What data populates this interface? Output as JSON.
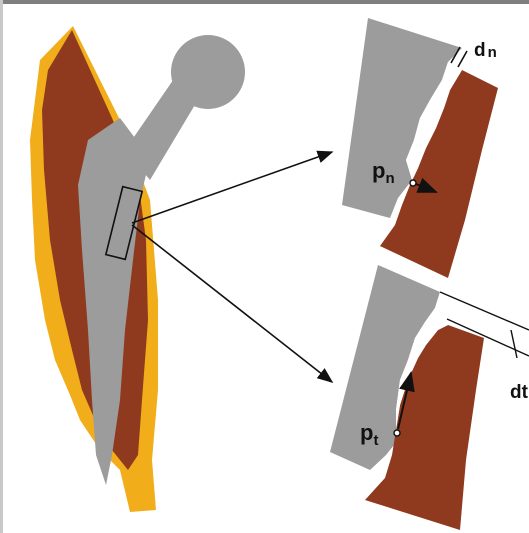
{
  "colors": {
    "bone_cortex": "#f2ad1a",
    "bone_tissue": "#8f3a1e",
    "implant": "#9c9c9c",
    "frame_top": "#7f7f7f",
    "frame_side": "#c8c8c8",
    "ink": "#111111"
  },
  "labels": {
    "dn_main": "d",
    "dn_sub": "n",
    "pn_main": "p",
    "pn_sub": "n",
    "pt_main": "p",
    "pt_sub": "t",
    "dt_main": "dt"
  }
}
